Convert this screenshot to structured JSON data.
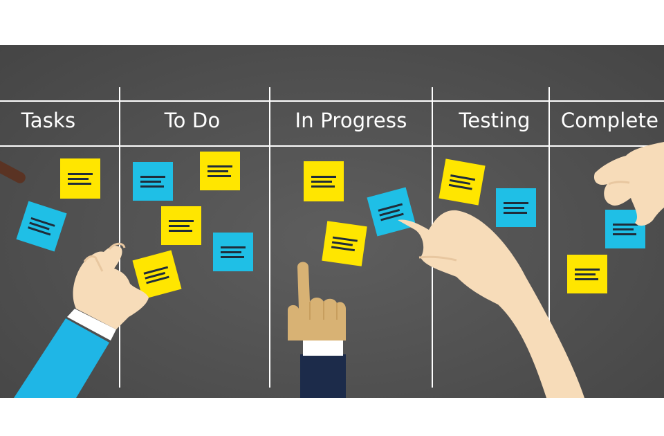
{
  "board": {
    "columns": [
      {
        "label": "Tasks"
      },
      {
        "label": "To Do"
      },
      {
        "label": "In Progress"
      },
      {
        "label": "Testing"
      },
      {
        "label": "Complete"
      }
    ]
  },
  "colors": {
    "board": "#555555",
    "line": "#ffffff",
    "note_yellow": "#ffe600",
    "note_blue": "#1fbfe6",
    "note_text_lines": "#1f2c3a",
    "skin": "#f7dcb9",
    "skin_dark": "#d8b274",
    "sleeve_blue": "#1fb6e6",
    "sleeve_navy": "#1c2b4a",
    "marker_brown": "#5a3323"
  },
  "notes": [
    {
      "column": "Tasks",
      "color": "blue"
    },
    {
      "column": "Tasks",
      "color": "yellow"
    },
    {
      "column": "To Do",
      "color": "blue"
    },
    {
      "column": "To Do",
      "color": "yellow"
    },
    {
      "column": "To Do",
      "color": "yellow"
    },
    {
      "column": "To Do",
      "color": "blue"
    },
    {
      "column": "To Do",
      "color": "yellow"
    },
    {
      "column": "In Progress",
      "color": "yellow"
    },
    {
      "column": "In Progress",
      "color": "yellow"
    },
    {
      "column": "In Progress",
      "color": "blue"
    },
    {
      "column": "Testing",
      "color": "yellow"
    },
    {
      "column": "Testing",
      "color": "blue"
    },
    {
      "column": "Complete",
      "color": "blue"
    },
    {
      "column": "Complete",
      "color": "yellow"
    }
  ],
  "icons": [
    "pinching-hand-icon",
    "pointing-hand-icon",
    "touching-hand-icon",
    "grabbing-hand-icon",
    "marker-icon"
  ]
}
